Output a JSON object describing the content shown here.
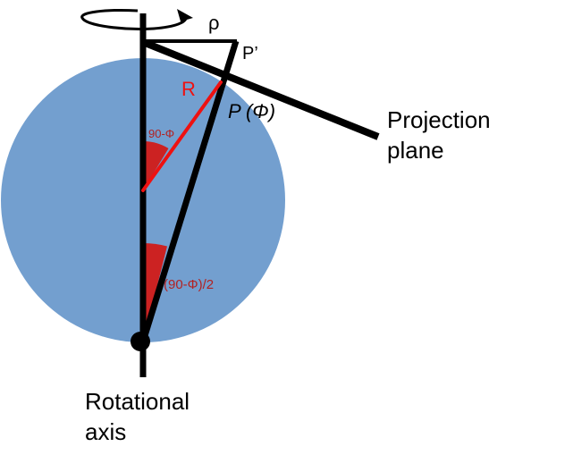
{
  "colors": {
    "sphere": "#739fcf",
    "lines": "#000000",
    "radius": "#ee1111",
    "angle_fill": "#cc2222",
    "angle_text": "#b22222",
    "background": "#ffffff"
  },
  "labels": {
    "rho": "ρ",
    "p_prime": "P’",
    "radius": "R",
    "point": "P (Φ)",
    "angle_center": "90-Φ",
    "angle_pole": "(90-Φ)/2",
    "projection_plane_line1": "Projection",
    "projection_plane_line2": "plane",
    "axis_line1": "Rotational",
    "axis_line2": "axis"
  }
}
